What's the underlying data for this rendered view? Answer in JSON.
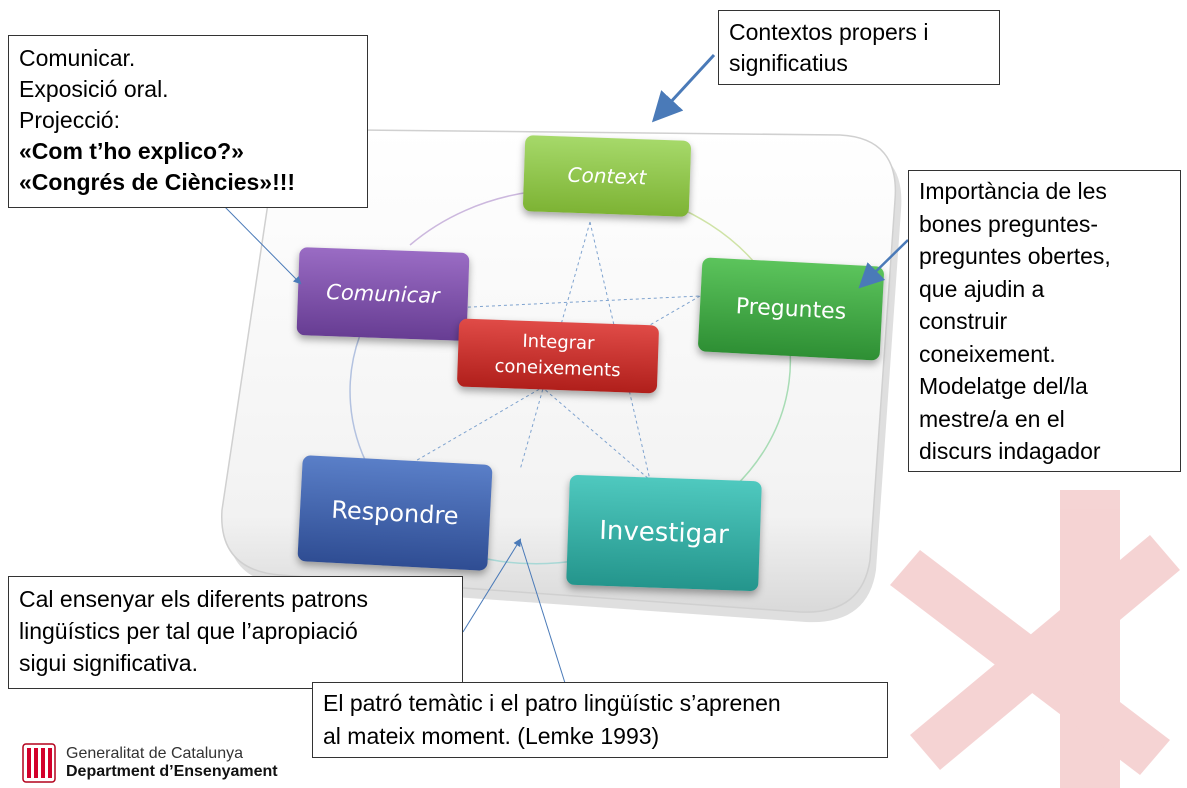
{
  "cycle_nodes": {
    "context": "Context",
    "preguntes": "Preguntes",
    "investigar": "Investigar",
    "respondre": "Respondre",
    "comunicar": "Comunicar"
  },
  "center_node": {
    "line1": "Integrar",
    "line2": "coneixements"
  },
  "callouts": {
    "top_left": {
      "lines": [
        "Comunicar.",
        "Exposició oral.",
        "Projecció:"
      ],
      "bold_lines": [
        "«Com t’ho explico?»",
        "«Congrés de Ciències»!!!"
      ]
    },
    "top_right": {
      "lines": [
        "Contextos propers i",
        "significatius"
      ]
    },
    "right": {
      "lines": [
        "Importància de les",
        "bones preguntes-",
        "preguntes obertes,",
        "que ajudin a",
        "construir",
        "coneixement.",
        "Modelatge del/la",
        "mestre/a en el",
        "discurs indagador"
      ]
    },
    "bottom_left": {
      "lines": [
        "Cal ensenyar els diferents patrons",
        "lingüístics per tal que l’apropiació",
        "sigui significativa."
      ]
    },
    "bottom_center": {
      "lines": [
        "El patró temàtic i el patro lingüístic s’aprenen",
        "al mateix moment. (Lemke 1993)"
      ]
    }
  },
  "footer": {
    "line1": "Generalitat de Catalunya",
    "line2": "Department d’Ensenyament"
  },
  "colors": {
    "context": "#8cc63f",
    "preguntes": "#3aa843",
    "investigar": "#2fb3a8",
    "respondre": "#3b5fae",
    "comunicar": "#7b4fa8",
    "center": "#c9302c",
    "watermark": "#f3c9c9"
  }
}
